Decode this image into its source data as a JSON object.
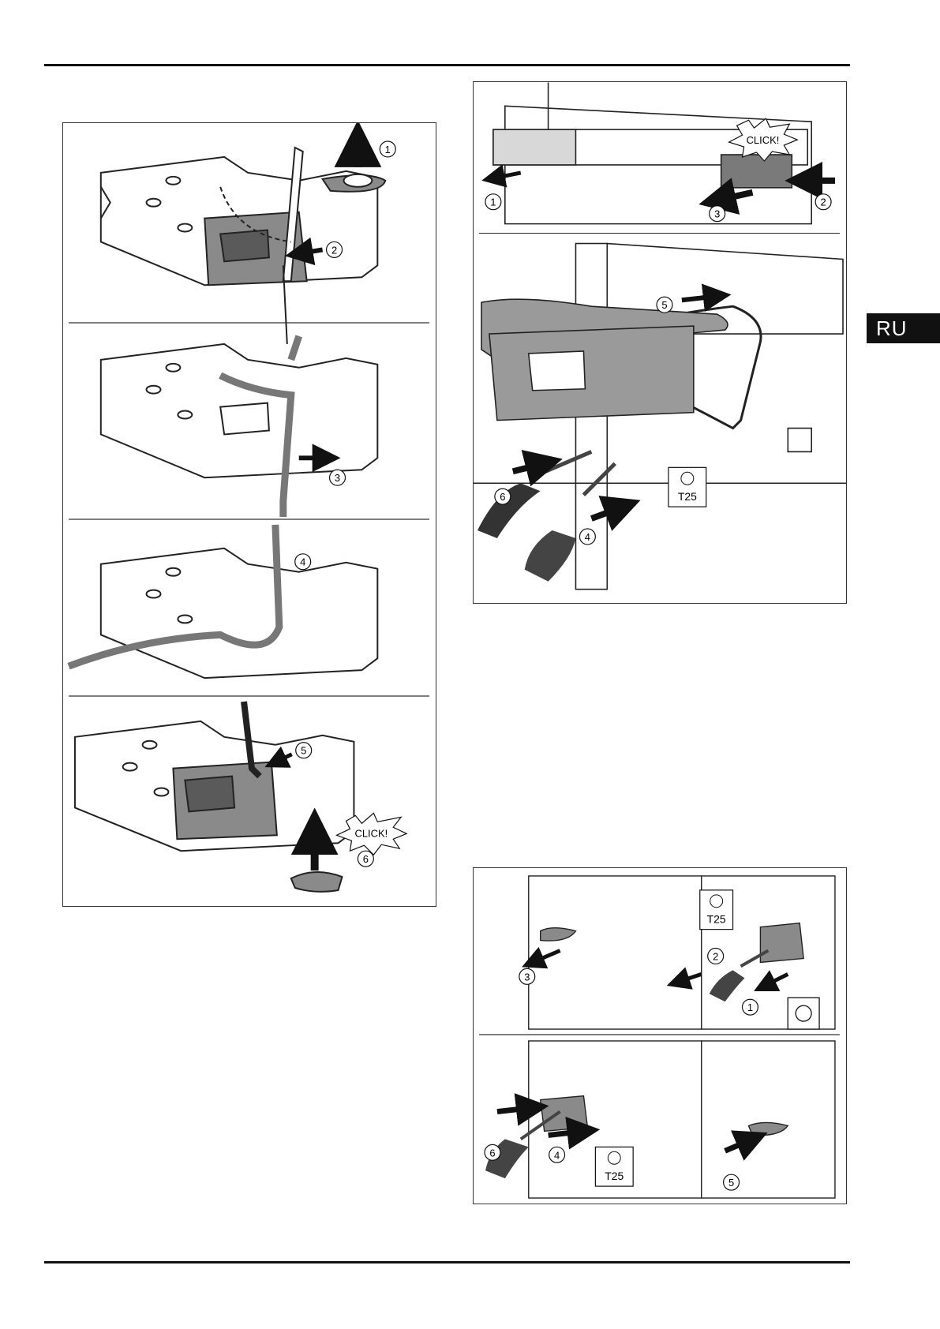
{
  "language_tab": "RU",
  "hinge_figure": {
    "step_numbers": [
      "1",
      "2",
      "3",
      "4",
      "5",
      "6"
    ],
    "click_label": "CLICK!"
  },
  "top_right_figure": {
    "step_numbers": [
      "1",
      "2",
      "3",
      "4",
      "5",
      "6"
    ],
    "click_label": "CLICK!",
    "tool_label": "T25"
  },
  "bottom_right_figure": {
    "step_numbers": [
      "1",
      "2",
      "3",
      "4",
      "5",
      "6"
    ],
    "tool_label_top": "T25",
    "tool_label_bottom": "T25"
  }
}
